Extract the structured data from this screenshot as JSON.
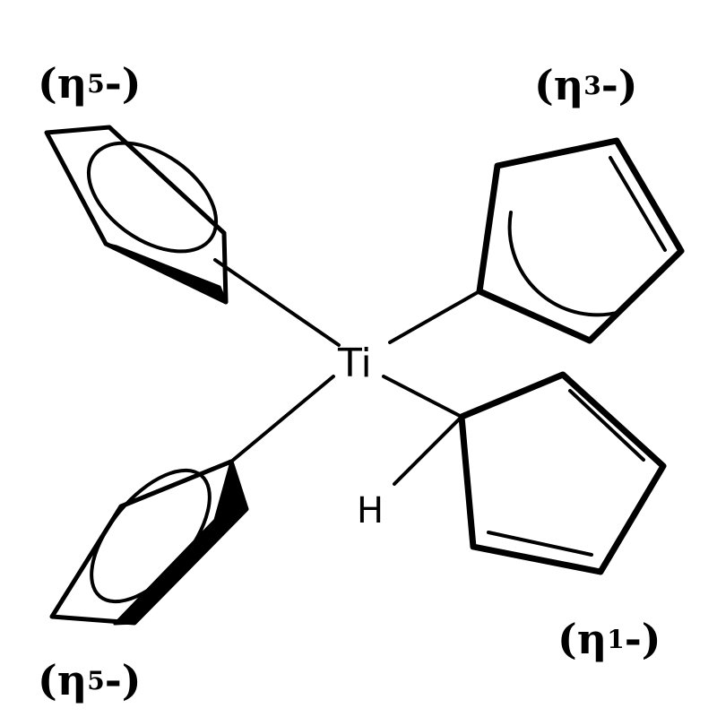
{
  "molecule": {
    "metal_symbol": "Ti",
    "hydrogen_symbol": "H",
    "ligands": [
      {
        "id": "cp-top-left",
        "hapto_prefix": "(η",
        "hapto_number": "5",
        "hapto_suffix": "-)"
      },
      {
        "id": "cp-top-right",
        "hapto_prefix": "(η",
        "hapto_number": "3",
        "hapto_suffix": "-)"
      },
      {
        "id": "cp-bottom-left",
        "hapto_prefix": "(η",
        "hapto_number": "5",
        "hapto_suffix": "-)"
      },
      {
        "id": "cp-bottom-right",
        "hapto_prefix": "(η",
        "hapto_number": "1",
        "hapto_suffix": "-)"
      }
    ]
  },
  "colors": {
    "ink": "#000000",
    "background": "#ffffff"
  }
}
